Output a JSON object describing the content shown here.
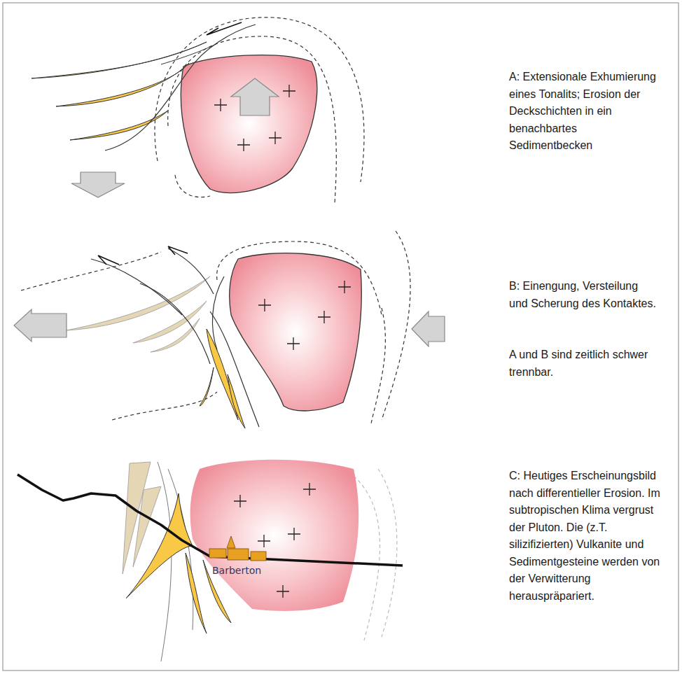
{
  "diagram": {
    "labels": [
      "A: Extensionale Exhumierung eines Tonalits; Erosion der Deckschichten in ein benachbartes Sedimentbecken",
      "B: Einengung, Versteilung und Scherung des Kontaktes.",
      "A und B sind zeitlich schwer trennbar.",
      "C: Heutiges Erscheinungsbild nach differentieller Erosion. Im subtropischen Klima vergrust der Pluton. Die (z.T. silizifizierten) Vulkanite und Sedimentgesteine werden von der Verwitterung herauspräpariert.",
      "Barberton"
    ]
  }
}
